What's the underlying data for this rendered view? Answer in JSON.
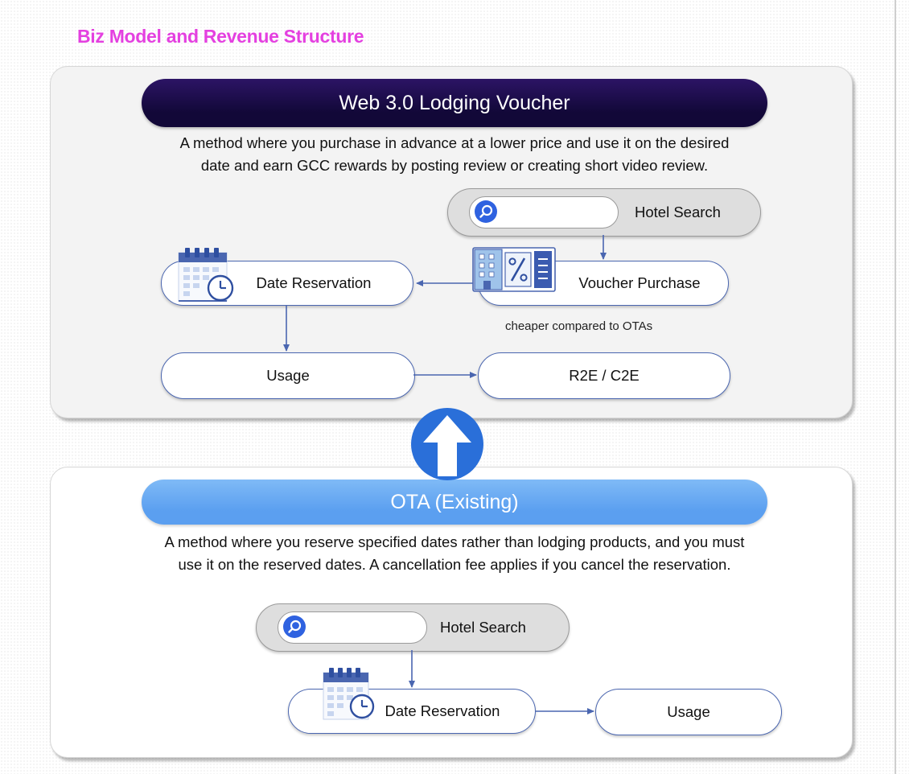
{
  "title": "Biz Model and Revenue Structure",
  "web3": {
    "banner": "Web 3.0 Lodging Voucher",
    "description_line1": "A method where you purchase in advance at a lower price and use it on the desired",
    "description_line2": "date and earn GCC rewards by posting review or creating short video review.",
    "hotel_search": "Hotel Search",
    "voucher_purchase": "Voucher Purchase",
    "voucher_note": "cheaper compared to OTAs",
    "date_reservation": "Date Reservation",
    "usage": "Usage",
    "rewards": "R2E / C2E"
  },
  "ota": {
    "banner": "OTA (Existing)",
    "description_line1": "A method where you reserve specified dates rather than lodging products, and you must",
    "description_line2": "use it on the reserved dates. A cancellation fee applies if you cancel the reservation.",
    "hotel_search": "Hotel Search",
    "date_reservation": "Date Reservation",
    "usage": "Usage"
  },
  "icons": {
    "search": "magnifier-icon",
    "calendar": "calendar-clock-icon",
    "voucher": "building-percent-voucher-icon",
    "transition": "up-arrow-icon"
  },
  "colors": {
    "title": "#e440e0",
    "web3_banner": "#1b0c49",
    "ota_banner": "#5b9ff0",
    "connector": "#4a66b0",
    "search_icon": "#2f62e0",
    "up_arrow": "#2a6fd9"
  }
}
